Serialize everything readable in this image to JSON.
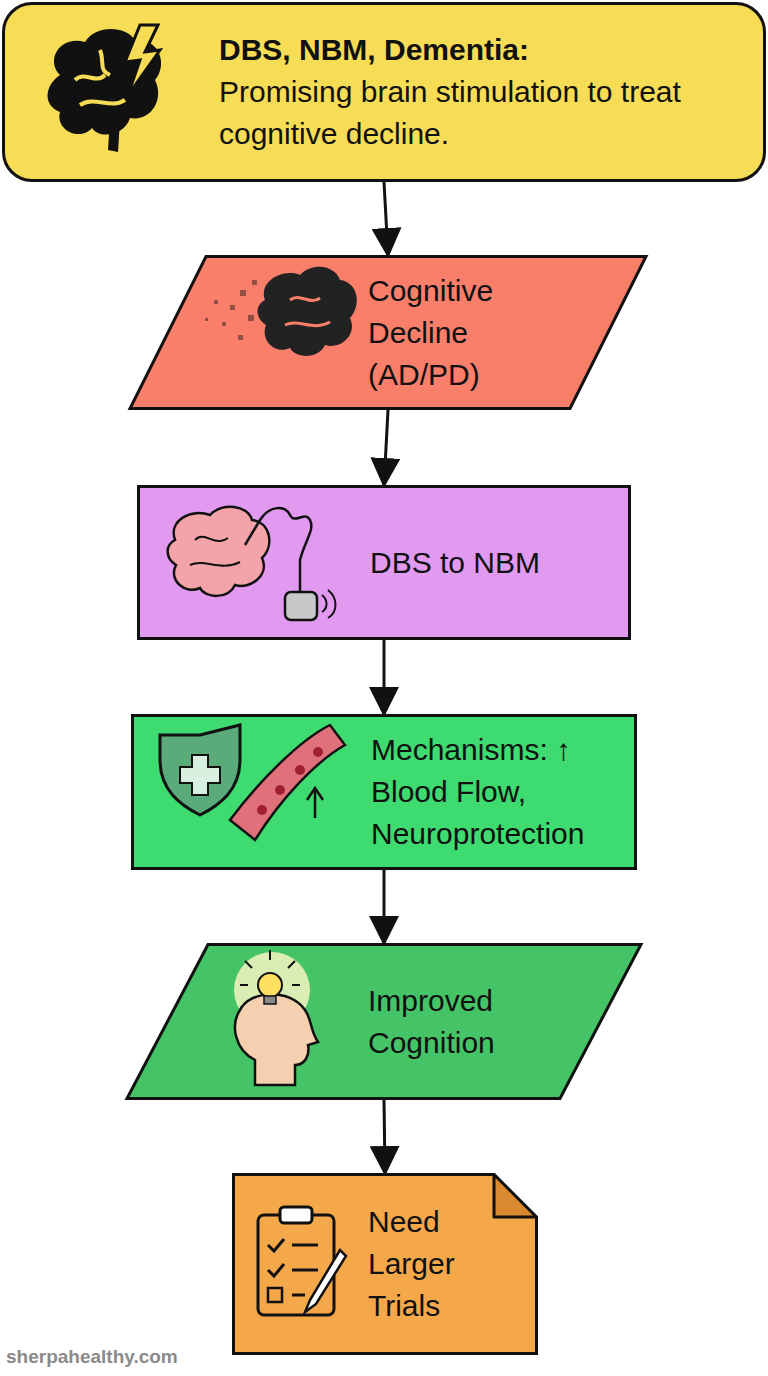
{
  "diagram": {
    "nodes": [
      {
        "text": [
          "DBS, NBM, Dementia:",
          "Promising brain stimulation to treat cognitive decline."
        ]
      },
      {
        "text": [
          "Cognitive Decline (AD/PD)"
        ]
      },
      {
        "text": [
          "DBS to NBM"
        ]
      },
      {
        "text": [
          "Mechanisms: ↑ Blood Flow, Neuroprotection"
        ]
      },
      {
        "text": [
          "Improved Cognition"
        ]
      },
      {
        "text": [
          "Need Larger Trials"
        ]
      }
    ],
    "edges": [
      {
        "from": 0,
        "to": 1,
        "arrow": "to"
      },
      {
        "from": 1,
        "to": 2,
        "arrow": "to"
      },
      {
        "from": 2,
        "to": 3,
        "arrow": "to"
      },
      {
        "from": 3,
        "to": 4,
        "arrow": "to"
      },
      {
        "from": 4,
        "to": 5,
        "arrow": "to"
      }
    ],
    "labels": [
      "sherpahealthy.com"
    ]
  }
}
